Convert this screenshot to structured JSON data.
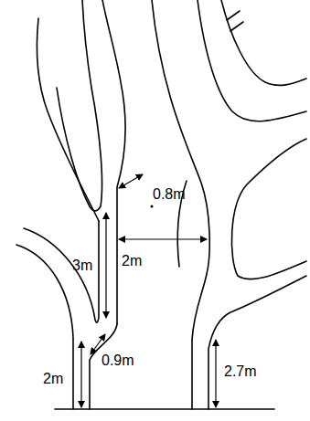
{
  "diagram": {
    "labels": [
      "0.8m",
      "3m",
      "2m",
      "0.9m",
      "2m",
      "2.7m"
    ]
  }
}
